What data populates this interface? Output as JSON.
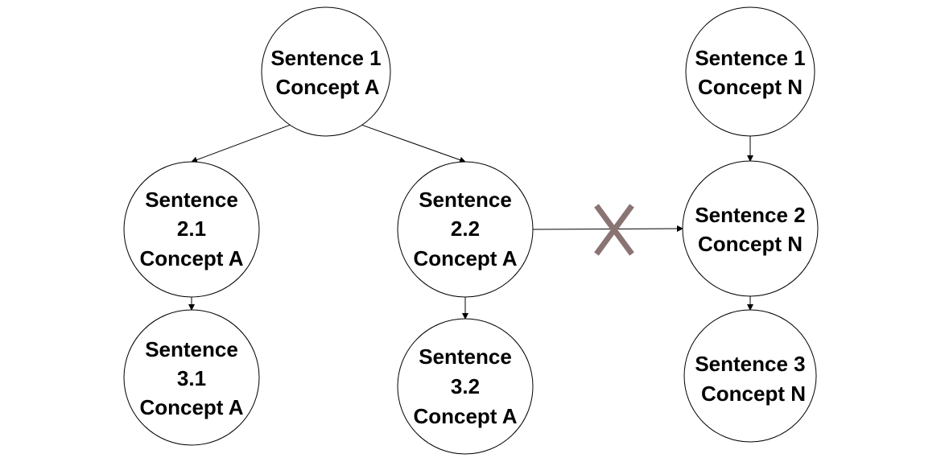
{
  "nodes": {
    "s1a": {
      "lines": [
        "Sentence 1",
        "Concept A"
      ]
    },
    "s21a": {
      "lines": [
        "Sentence",
        "2.1",
        "Concept A"
      ]
    },
    "s22a": {
      "lines": [
        "Sentence",
        "2.2",
        "Concept A"
      ]
    },
    "s31a": {
      "lines": [
        "Sentence",
        "3.1",
        "Concept A"
      ]
    },
    "s32a": {
      "lines": [
        "Sentence",
        "3.2",
        "Concept A"
      ]
    },
    "s1n": {
      "lines": [
        "Sentence 1",
        "Concept N"
      ]
    },
    "s2n": {
      "lines": [
        "Sentence 2",
        "Concept N"
      ]
    },
    "s3n": {
      "lines": [
        "Sentence 3",
        "Concept N"
      ]
    }
  },
  "edges": [
    {
      "from": "s1a",
      "to": "s21a",
      "blocked": false
    },
    {
      "from": "s1a",
      "to": "s22a",
      "blocked": false
    },
    {
      "from": "s21a",
      "to": "s31a",
      "blocked": false
    },
    {
      "from": "s22a",
      "to": "s32a",
      "blocked": false
    },
    {
      "from": "s1n",
      "to": "s2n",
      "blocked": false
    },
    {
      "from": "s2n",
      "to": "s3n",
      "blocked": false
    },
    {
      "from": "s22a",
      "to": "s2n",
      "blocked": true
    }
  ],
  "colors": {
    "node_stroke": "#000000",
    "edge": "#000000",
    "blocked_mark": "#8a7373"
  },
  "icons": {
    "blocked_mark": "cross-icon"
  }
}
